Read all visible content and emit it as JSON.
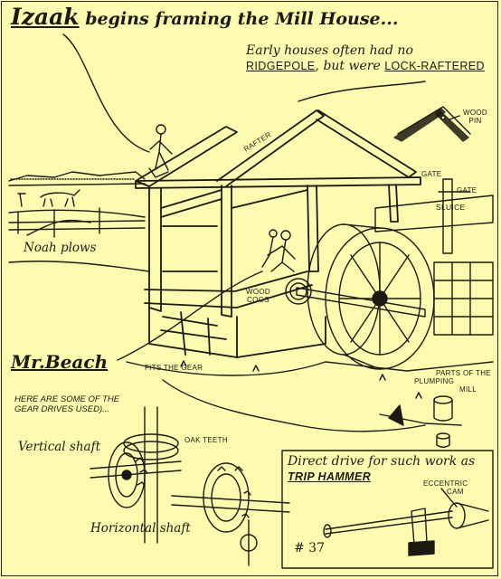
{
  "title": {
    "name": "Izaak",
    "rest": "begins framing the Mill House..."
  },
  "callout": {
    "line1": "Early houses often had no",
    "ridgepole": "RIDGEPOLE",
    "middle": ", but were",
    "lockraftered": "LOCK-RAFTERED"
  },
  "labels": {
    "wood_pin_1": "WOOD",
    "wood_pin_2": "PIN",
    "rafter": "RAFTER",
    "gate_1": "GATE",
    "gate_2": "GATE",
    "sluice": "SLUICE",
    "wood_cogs_1": "WOOD",
    "wood_cogs_2": "COGS",
    "noah_plows": "Noah plows",
    "mr_beach": "Mr.Beach",
    "fits_the_gear": "FITS THE GEAR",
    "parts_1": "PARTS OF THE",
    "parts_2": "PLUMPING",
    "parts_3": "MILL",
    "gear_note_1": "HERE ARE SOME OF THE",
    "gear_note_2": "GEAR DRIVES USED)...",
    "vertical_shaft": "Vertical shaft",
    "oak_teeth": "OAK TEETH",
    "horizontal_shaft": "Horizontal shaft",
    "inset_line1": "Direct drive for such work as",
    "trip_hammer": "TRIP HAMMER",
    "eccentric_1": "ECCENTRIC",
    "eccentric_2": "CAM",
    "plate_number": "# 37"
  },
  "colors": {
    "paper": "#fdfbb0",
    "ink": "#1c1a10"
  }
}
